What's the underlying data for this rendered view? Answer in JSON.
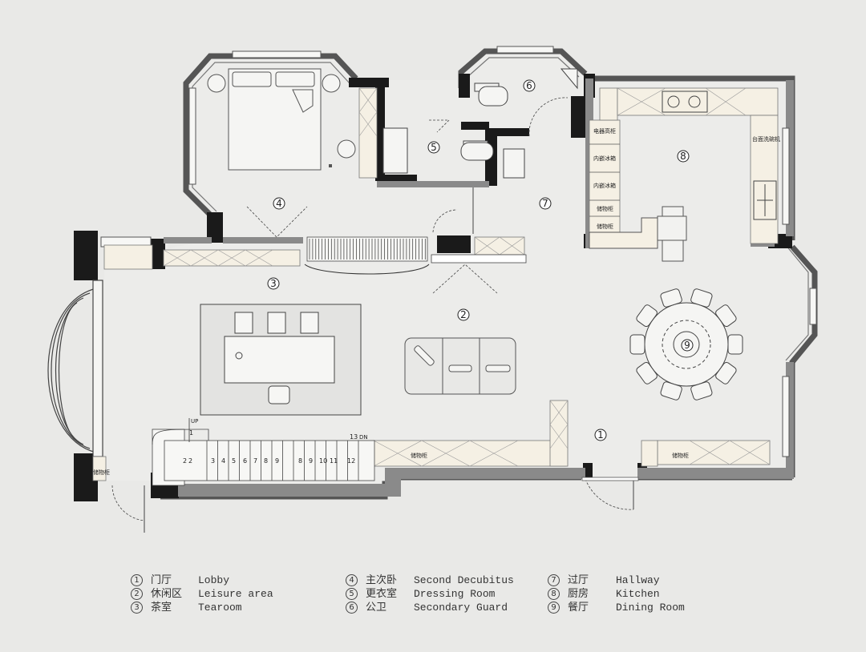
{
  "rooms": [
    {
      "num": "1",
      "cn": "门厅",
      "en": "Lobby"
    },
    {
      "num": "2",
      "cn": "休闲区",
      "en": "Leisure area"
    },
    {
      "num": "3",
      "cn": "茶室",
      "en": "Tearoom"
    },
    {
      "num": "4",
      "cn": "主次卧",
      "en": "Second Decubitus"
    },
    {
      "num": "5",
      "cn": "更衣室",
      "en": "Dressing Room"
    },
    {
      "num": "6",
      "cn": "公卫",
      "en": "Secondary Guard"
    },
    {
      "num": "7",
      "cn": "过厅",
      "en": "Hallway"
    },
    {
      "num": "8",
      "cn": "厨房",
      "en": "Kitchen"
    },
    {
      "num": "9",
      "cn": "餐厅",
      "en": "Dining Room"
    }
  ],
  "stairs": {
    "up_label": "UP",
    "dn_label": "DN",
    "up_start": "1",
    "dn_start": "13",
    "steps": [
      "2",
      "2",
      "3",
      "4",
      "5",
      "6",
      "7",
      "8",
      "9",
      "8",
      "9",
      "10",
      "11",
      "12"
    ]
  },
  "cabinet_labels": {
    "kitchen_1": "电器高柜",
    "kitchen_2": "内嵌冰箱",
    "kitchen_3": "内嵌冰箱",
    "kitchen_4": "储物柜",
    "kitchen_5": "储物柜",
    "kitchen_counter": "台面洗碗机",
    "lobby_1": "储物柜",
    "lobby_2": "储物柜",
    "entry": "储物柜"
  }
}
